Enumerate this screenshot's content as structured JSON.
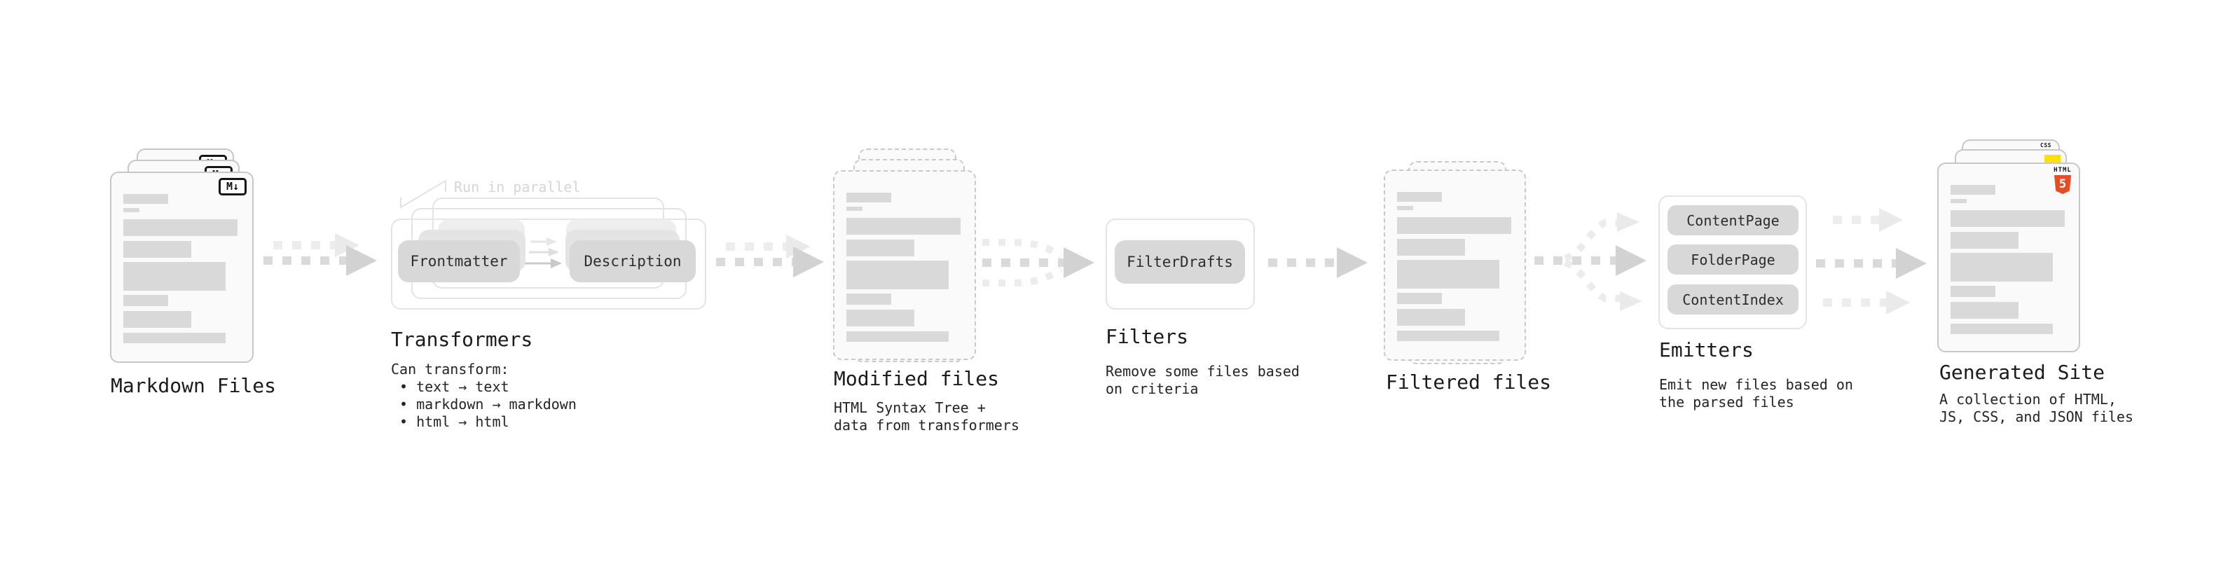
{
  "stages": {
    "markdown_files": {
      "title": "Markdown Files",
      "badge": "M↓"
    },
    "transformers": {
      "note": "Run in parallel",
      "pill_left": "Frontmatter",
      "pill_right": "Description",
      "title": "Transformers",
      "desc_heading": "Can transform:",
      "bullet1": "• text → text",
      "bullet2": "• markdown → markdown",
      "bullet3": "• html → html"
    },
    "modified_files": {
      "title": "Modified files",
      "sub1": "HTML Syntax Tree +",
      "sub2": "data from transformers"
    },
    "filters": {
      "pill": "FilterDrafts",
      "title": "Filters",
      "sub1": "Remove some files based",
      "sub2": "on criteria"
    },
    "filtered_files": {
      "title": "Filtered files"
    },
    "emitters": {
      "pill1": "ContentPage",
      "pill2": "FolderPage",
      "pill3": "ContentIndex",
      "title": "Emitters",
      "sub1": "Emit new files based on",
      "sub2": "the parsed files"
    },
    "generated_site": {
      "title": "Generated Site",
      "sub1": "A collection of HTML,",
      "sub2": "JS, CSS, and JSON files",
      "html_badge_word": "HTML",
      "html_badge_number": "5",
      "css_badge_word": "CSS"
    }
  },
  "colors": {
    "html5_orange": "#e44d26",
    "js_yellow": "#ffe000",
    "css_blue": "#2965f1",
    "pill_gray": "#d8d8d8",
    "doc_line_gray": "#d9d9d9"
  }
}
